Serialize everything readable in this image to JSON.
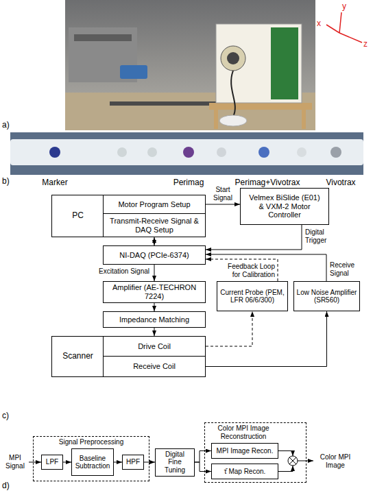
{
  "diagram": {
    "nodes": [
      {
        "text": [
          "PC"
        ]
      },
      {
        "text": [
          "Motor Program Setup"
        ],
        "in": 0
      },
      {
        "text": [
          "Transmit-Receive Signal & DAQ Setup"
        ],
        "in": 0
      },
      {
        "text": [
          "Velmex BiSlide (E01) & VXM-2 Motor Controller"
        ]
      },
      {
        "text": [
          "NI-DAQ (PCIe-6374)"
        ]
      },
      {
        "text": [
          "Amplifier (AE-TECHRON 7224)"
        ]
      },
      {
        "text": [
          "Current Probe (PEM, LFR 06/6/300)"
        ]
      },
      {
        "text": [
          "Low Noise Amplifier (SR560)"
        ]
      },
      {
        "text": [
          "Impedance Matching"
        ]
      },
      {
        "text": [
          "Scanner"
        ]
      },
      {
        "text": [
          "Drive Coil"
        ],
        "in": 9
      },
      {
        "text": [
          "Receive Coil"
        ],
        "in": 9
      },
      {
        "text": [
          "Signal Preprocessing"
        ]
      },
      {
        "text": [
          "LPF"
        ],
        "in": 12
      },
      {
        "text": [
          "Baseline Subtraction"
        ],
        "in": 12
      },
      {
        "text": [
          "HPF"
        ],
        "in": 12
      },
      {
        "text": [
          "Digital Fine Tuning"
        ]
      },
      {
        "text": [
          "Color MPI Image Reconstruction"
        ]
      },
      {
        "text": [
          "MPI Image Recon."
        ],
        "in": 17
      },
      {
        "text": [
          "τ̄ Map Recon."
        ],
        "in": 17
      }
    ],
    "edges": [
      {
        "from": 1,
        "to": 3,
        "arrow": "to",
        "label": "Start Signal"
      },
      {
        "from": 2,
        "to": 4,
        "arrow": "both"
      },
      {
        "from": 3,
        "to": 4,
        "arrow": "to",
        "label": "Digital Trigger"
      },
      {
        "from": 4,
        "to": 5,
        "arrow": "to",
        "label": "Excitation Signal"
      },
      {
        "from": 5,
        "to": 8,
        "arrow": "to"
      },
      {
        "from": 8,
        "to": 10,
        "arrow": "to"
      },
      {
        "from": 10,
        "to": 6,
        "arrow": "to"
      },
      {
        "from": 11,
        "to": 7,
        "arrow": "to"
      },
      {
        "from": 6,
        "to": 4,
        "arrow": "to",
        "label": "Feedback Loop for Calibration"
      },
      {
        "from": 7,
        "to": 4,
        "arrow": "to",
        "label": "Receive Signal"
      },
      {
        "from": 13,
        "to": 14,
        "arrow": "to"
      },
      {
        "from": 14,
        "to": 15,
        "arrow": "to"
      },
      {
        "from": 15,
        "to": 16,
        "arrow": "to"
      },
      {
        "from": 16,
        "to": 18,
        "arrow": "to"
      },
      {
        "from": 16,
        "to": 19,
        "arrow": "to"
      }
    ],
    "labels": [
      "a)",
      "x",
      "y",
      "z",
      "b)",
      "Marker",
      "Perimag",
      "Perimag+Vivotrax",
      "Vivotrax",
      "c)",
      "d)",
      "MPI Signal",
      "Color MPI Image"
    ]
  }
}
